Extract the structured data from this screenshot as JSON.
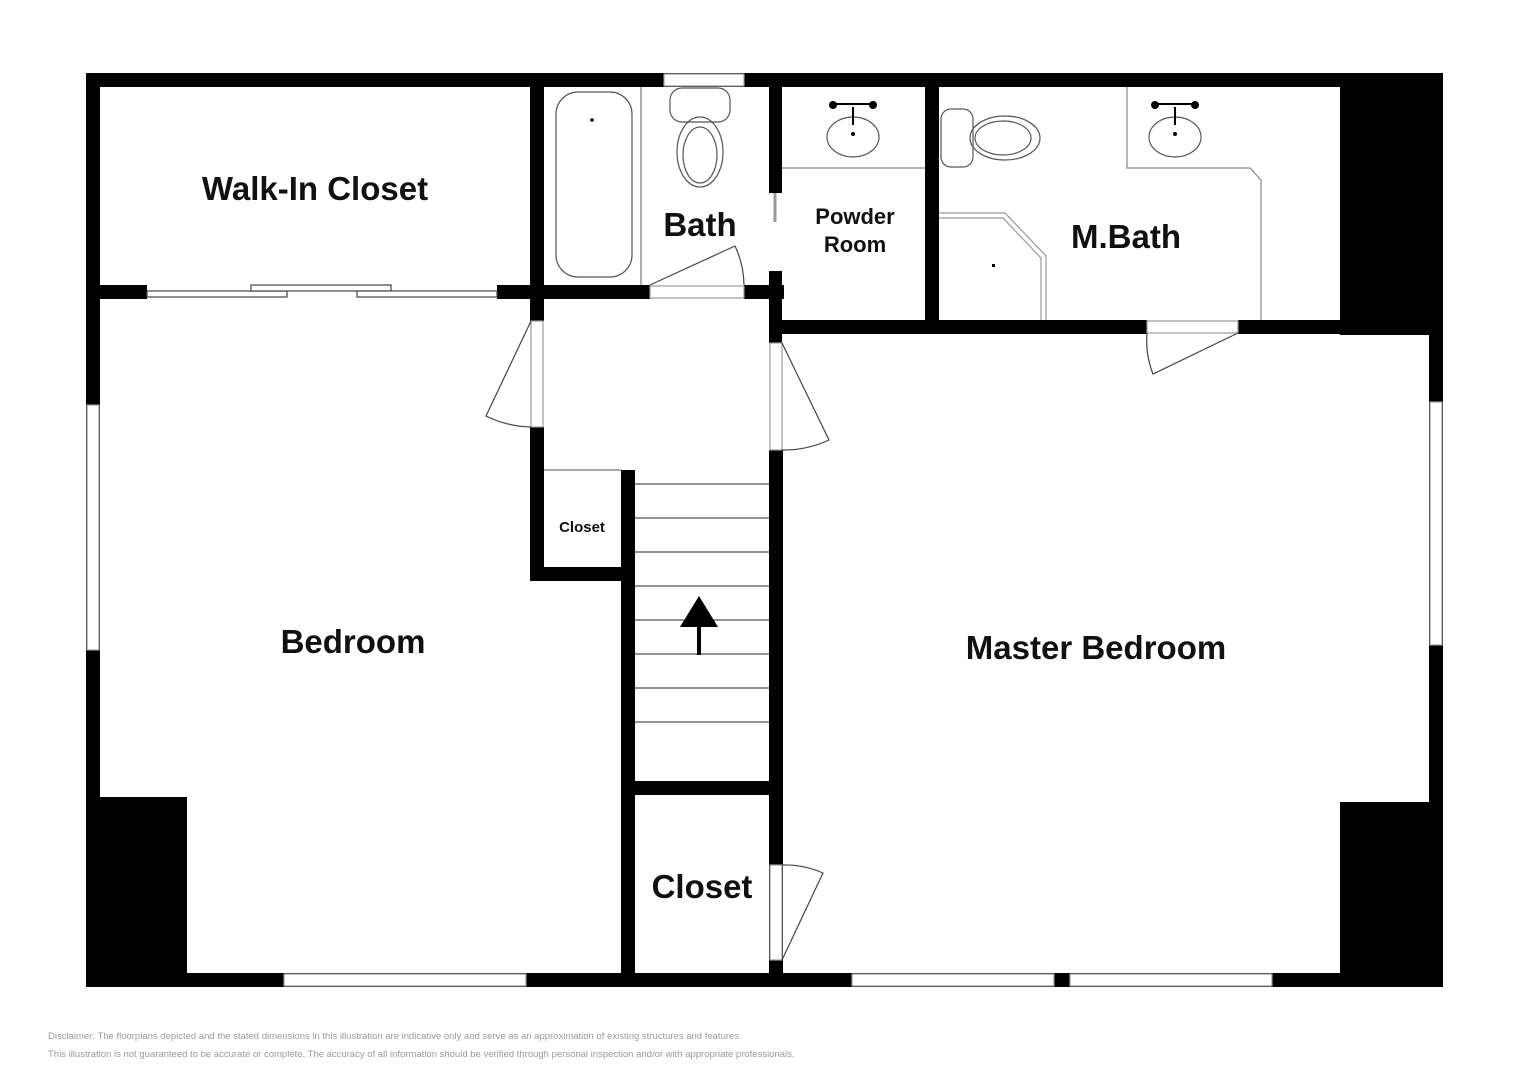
{
  "floorplan": {
    "rooms": {
      "walk_in_closet": "Walk-In Closet",
      "bath": "Bath",
      "powder_room_line1": "Powder",
      "powder_room_line2": "Room",
      "master_bath": "M.Bath",
      "bedroom": "Bedroom",
      "small_closet": "Closet",
      "closet": "Closet",
      "master_bedroom": "Master Bedroom"
    },
    "stairs": {
      "direction": "up",
      "icon": "arrow-up-icon"
    },
    "colors": {
      "wall": "#000000",
      "fixture_line": "#555555",
      "window": "#ffffff",
      "window_outline": "#999999"
    }
  },
  "disclaimer": {
    "line1": "Disclaimer: The floorplans depicted and the stated dimensions in this illustration are indicative only and serve as an approximation of existing structures and features.",
    "line2": "This illustration is not guaranteed to be accurate or complete. The accuracy of all information should be verified through personal inspection and/or with appropriate professionals."
  }
}
